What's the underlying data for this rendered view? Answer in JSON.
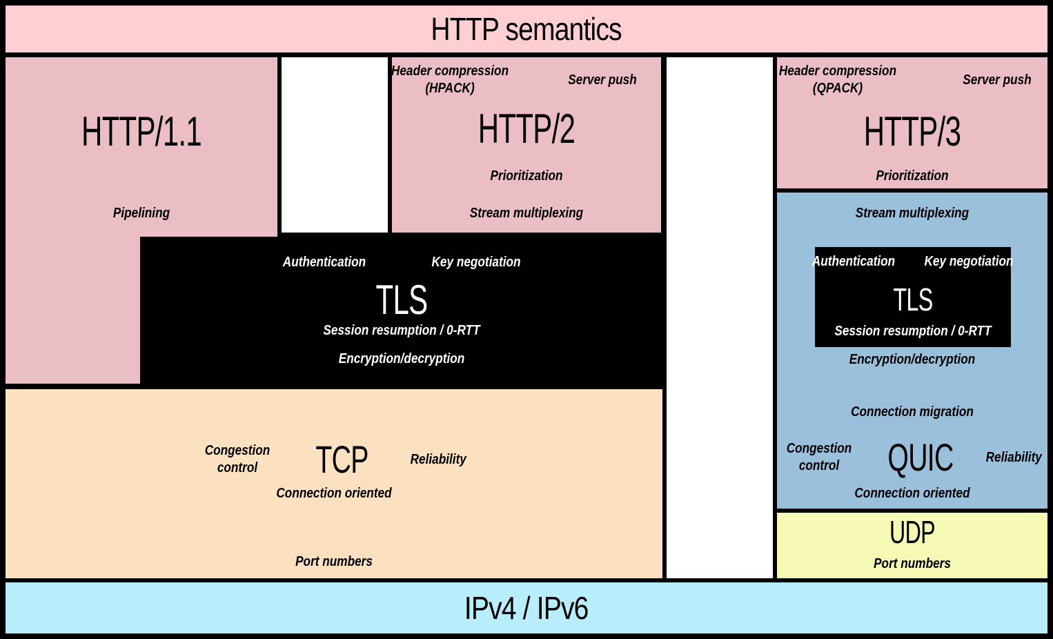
{
  "colors": {
    "border": "#000000",
    "header_pink": "#ffcfd4",
    "http_rose": "#eabec4",
    "tls_black": "#000000",
    "tcp_orange": "#fce1c0",
    "quic_blue": "#9bc0dc",
    "udp_yellow": "#f5f9b3",
    "ip_cyan": "#b8edfb",
    "gap_white": "#ffffff"
  },
  "header": {
    "title": "HTTP semantics"
  },
  "http11": {
    "title": "HTTP/1.1",
    "pipelining": "Pipelining"
  },
  "http2": {
    "title": "HTTP/2",
    "header_compression": "Header compression",
    "codec": "(HPACK)",
    "server_push": "Server push",
    "prioritization": "Prioritization",
    "stream_multiplexing": "Stream multiplexing"
  },
  "http3": {
    "title": "HTTP/3",
    "header_compression": "Header compression",
    "codec": "(QPACK)",
    "server_push": "Server push",
    "prioritization": "Prioritization"
  },
  "tls": {
    "title": "TLS",
    "authentication": "Authentication",
    "key_negotiation": "Key negotiation",
    "session_resumption": "Session resumption / 0-RTT",
    "encryption": "Encryption/decryption"
  },
  "tcp": {
    "title": "TCP",
    "congestion_control": "Congestion control",
    "reliability": "Reliability",
    "connection_oriented": "Connection oriented",
    "port_numbers": "Port numbers"
  },
  "quic": {
    "title": "QUIC",
    "stream_multiplexing": "Stream multiplexing",
    "tls": {
      "title": "TLS",
      "authentication": "Authentication",
      "key_negotiation": "Key negotiation",
      "session_resumption": "Session resumption / 0-RTT"
    },
    "encryption": "Encryption/decryption",
    "connection_migration": "Connection migration",
    "congestion_control": "Congestion control",
    "reliability": "Reliability",
    "connection_oriented": "Connection oriented"
  },
  "udp": {
    "title": "UDP",
    "port_numbers": "Port numbers"
  },
  "ip": {
    "title": "IPv4 / IPv6"
  }
}
